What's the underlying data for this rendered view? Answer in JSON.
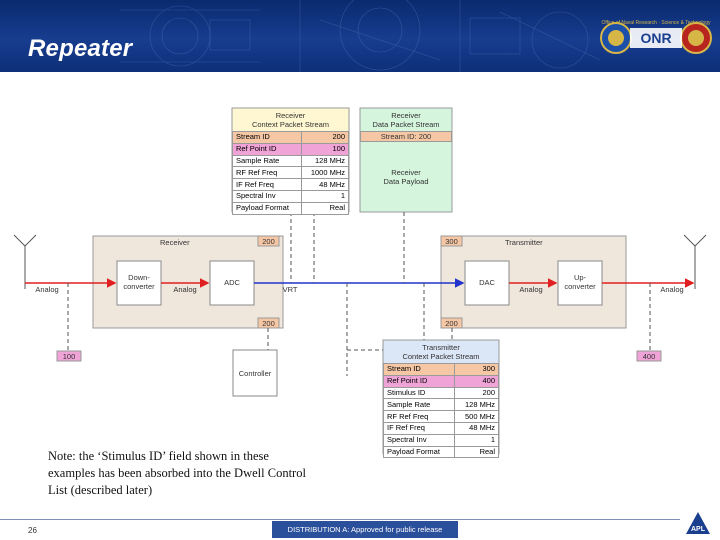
{
  "header": {
    "title": "Repeater",
    "logo_text": "ONR",
    "logo_seal_text": "Office of Naval Research · Science & Technology"
  },
  "tables": {
    "receiver_ctx": {
      "title_line1": "Receiver",
      "title_line2": "Context Packet Stream",
      "rows": [
        {
          "field": "Stream ID",
          "value": "200",
          "color": "#f6c7a4"
        },
        {
          "field": "Ref Point ID",
          "value": "100",
          "color": "#f0a3d6"
        },
        {
          "field": "Sample Rate",
          "value": "128 MHz",
          "color": "#ffffff"
        },
        {
          "field": "RF Ref Freq",
          "value": "1000 MHz",
          "color": "#ffffff"
        },
        {
          "field": "IF Ref Freq",
          "value": "48 MHz",
          "color": "#ffffff"
        },
        {
          "field": "Spectral Inv",
          "value": "1",
          "color": "#ffffff"
        },
        {
          "field": "Payload Format",
          "value": "Real",
          "color": "#ffffff"
        }
      ]
    },
    "receiver_data": {
      "title_line1": "Receiver",
      "title_line2": "Data Packet Stream",
      "stream_row": "Stream ID: 200",
      "payload_line1": "Receiver",
      "payload_line2": "Data Payload"
    },
    "transmitter_ctx": {
      "title_line1": "Transmitter",
      "title_line2": "Context Packet Stream",
      "rows": [
        {
          "field": "Stream ID",
          "value": "300",
          "color": "#f6c7a4"
        },
        {
          "field": "Ref Point ID",
          "value": "400",
          "color": "#f0a3d6"
        },
        {
          "field": "Stimulus ID",
          "value": "200",
          "color": "#ffffff"
        },
        {
          "field": "Sample Rate",
          "value": "128 MHz",
          "color": "#ffffff"
        },
        {
          "field": "RF Ref Freq",
          "value": "500 MHz",
          "color": "#ffffff"
        },
        {
          "field": "IF Ref Freq",
          "value": "48 MHz",
          "color": "#ffffff"
        },
        {
          "field": "Spectral Inv",
          "value": "1",
          "color": "#ffffff"
        },
        {
          "field": "Payload Format",
          "value": "Real",
          "color": "#ffffff"
        }
      ]
    }
  },
  "blocks": {
    "receiver": "Receiver",
    "transmitter": "Transmitter",
    "downconverter_line1": "Down-",
    "downconverter_line2": "converter",
    "adc": "ADC",
    "dac": "DAC",
    "upconverter_line1": "Up-",
    "upconverter_line2": "converter",
    "controller": "Controller"
  },
  "labels": {
    "vrt": "VRT",
    "analog": "Analog",
    "badge_200_top": "200",
    "badge_200_bottom": "200",
    "badge_300_top": "300",
    "badge_200_tx_bottom": "200",
    "badge_100": "100",
    "badge_400": "400"
  },
  "note": "Note: the ‘Stimulus ID’ field shown in these examples has been absorbed into the Dwell Control List (described later)",
  "footer": {
    "page_number": "26",
    "distribution": "DISTRIBUTION A: Approved for public release"
  },
  "colors": {
    "header_bg": "#173d8f",
    "stream_id": "#f6c7a4",
    "ref_point": "#f0a3d6",
    "context_bg": "#fff7d1",
    "data_bg": "#d6f5dd",
    "tx_ctx_bg": "#dbe6f7",
    "block_bg": "#efe6dc",
    "analog_line": "#e02020",
    "vrt_line": "#2233cc"
  }
}
